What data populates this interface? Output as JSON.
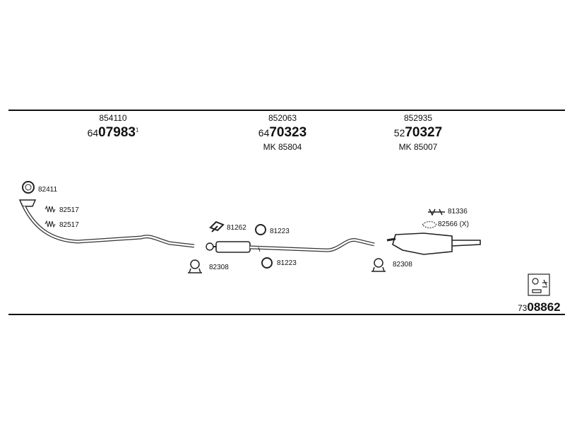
{
  "columns": [
    {
      "part": "854110",
      "code_prefix": "64",
      "code_main": "07983",
      "code_suffix": "1",
      "mk": ""
    },
    {
      "part": "852063",
      "code_prefix": "64",
      "code_main": "70323",
      "code_suffix": "",
      "mk": "MK 85804"
    },
    {
      "part": "852935",
      "code_prefix": "52",
      "code_main": "70327",
      "code_suffix": "",
      "mk": "MK 85007"
    }
  ],
  "labels": {
    "l82411": "82411",
    "l82517a": "82517",
    "l82517b": "82517",
    "l81262": "81262",
    "l81223a": "81223",
    "l81223b": "81223",
    "l82308a": "82308",
    "l82308b": "82308",
    "l81336": "81336",
    "l82566": "82566 (X)"
  },
  "footer": {
    "prefix": "73",
    "main": "08862"
  }
}
